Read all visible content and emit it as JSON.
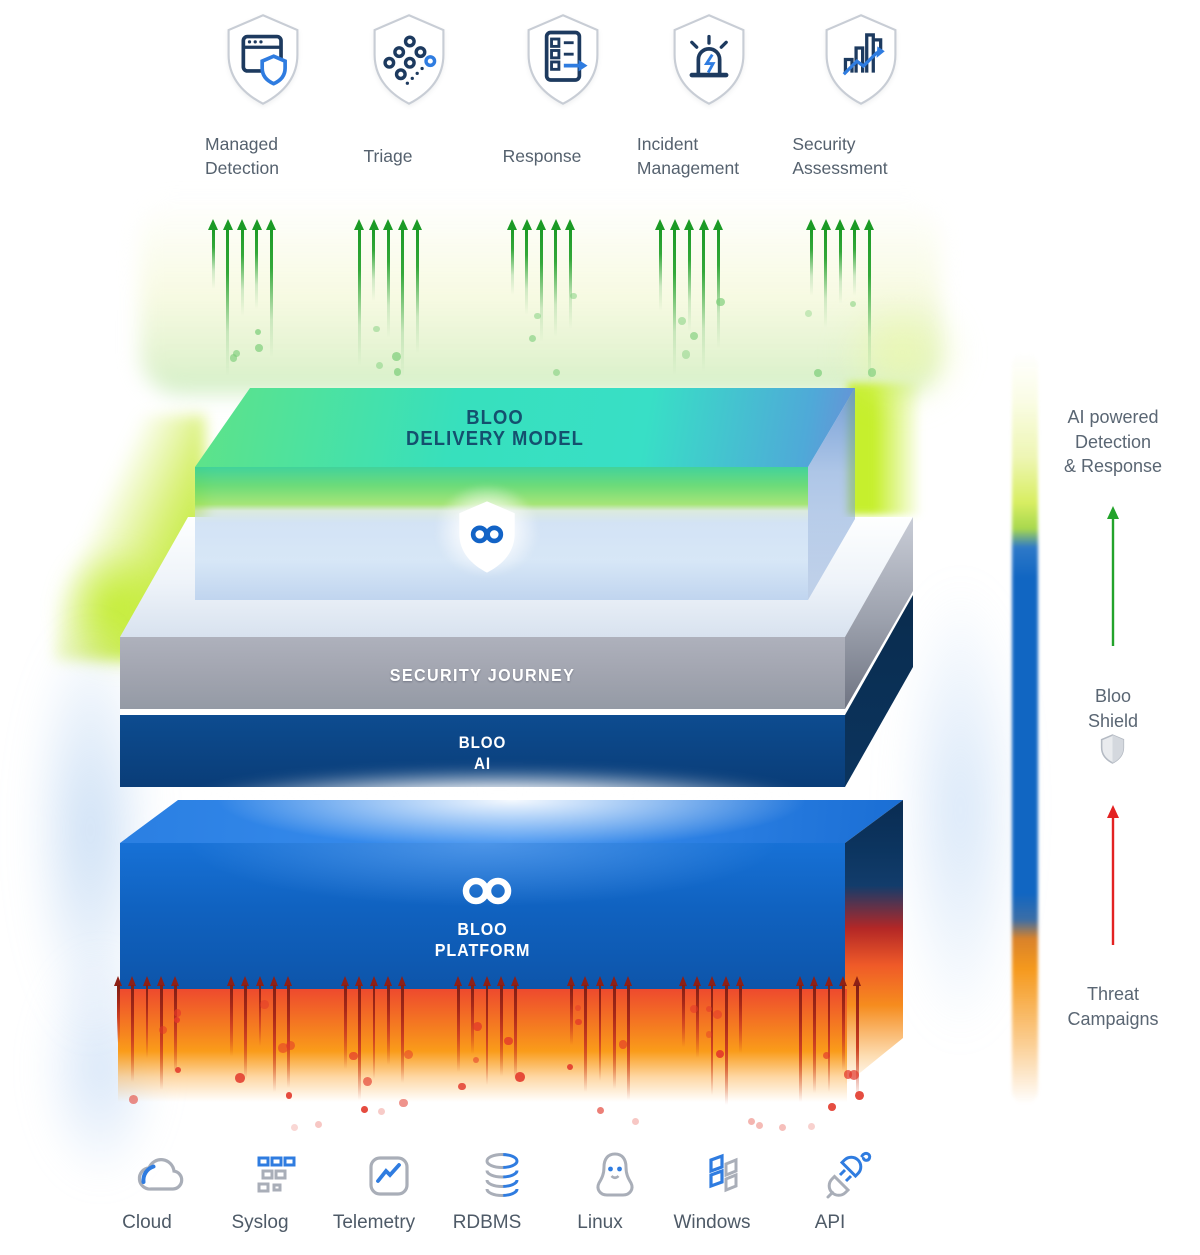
{
  "services": [
    {
      "label": "Managed\nDetection",
      "icon": "browser-shield-icon"
    },
    {
      "label": "Triage",
      "icon": "triage-cluster-icon"
    },
    {
      "label": "Response",
      "icon": "action-list-icon"
    },
    {
      "label": "Incident\nManagement",
      "icon": "siren-icon"
    },
    {
      "label": "Security\nAssessment",
      "icon": "growth-chart-icon"
    }
  ],
  "stack": {
    "delivery_model": {
      "label": "BLOO\nDELIVERY MODEL",
      "logo": "shield-infinity"
    },
    "security_journey": {
      "label": "SECURITY JOURNEY"
    },
    "bloo_ai": {
      "label": "BLOO\nAI"
    },
    "bloo_platform": {
      "label": "BLOO\nPLATFORM",
      "logo": "infinity"
    }
  },
  "legend": {
    "ai_detection": {
      "label": "AI powered\nDetection\n& Response",
      "arrow": "up",
      "arrow_color": "#23a32b"
    },
    "bloo_shield": {
      "label": "Bloo\nShield",
      "icon": "shield"
    },
    "threat_campaigns": {
      "label": "Threat\nCampaigns",
      "arrow": "up",
      "arrow_color": "#e32222"
    }
  },
  "sources": [
    {
      "label": "Cloud",
      "icon": "cloud-icon"
    },
    {
      "label": "Syslog",
      "icon": "syslog-blocks-icon"
    },
    {
      "label": "Telemetry",
      "icon": "telemetry-chart-icon"
    },
    {
      "label": "RDBMS",
      "icon": "database-icon"
    },
    {
      "label": "Linux",
      "icon": "linux-penguin-icon"
    },
    {
      "label": "Windows",
      "icon": "windows-icon"
    },
    {
      "label": "API",
      "icon": "plug-icon"
    }
  ],
  "colors": {
    "accent_blue": "#2f7ce0",
    "navy": "#1d3a5f",
    "platform_blue": "#1167c5",
    "ai_navy": "#0c4586",
    "gray_layer": "#a2a5b0",
    "teal_top": "#37e0bd",
    "lime_glow": "#c4ee2e",
    "green_arrow": "#1b9a25",
    "red_arrow": "#c23a1f",
    "orange": "#f68c1e",
    "label_gray": "#55616e"
  }
}
